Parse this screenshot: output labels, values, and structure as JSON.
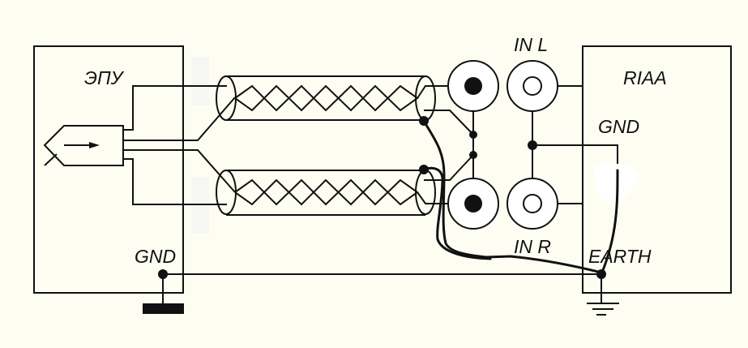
{
  "labels": {
    "turntable": "ЭПУ",
    "turntable_gnd": "GND",
    "in_l": "IN L",
    "in_r": "IN R",
    "riaa": "RIAA",
    "riaa_gnd": "GND",
    "earth": "EARTH"
  },
  "colors": {
    "background": "#fdfdf2",
    "line": "#111111"
  }
}
